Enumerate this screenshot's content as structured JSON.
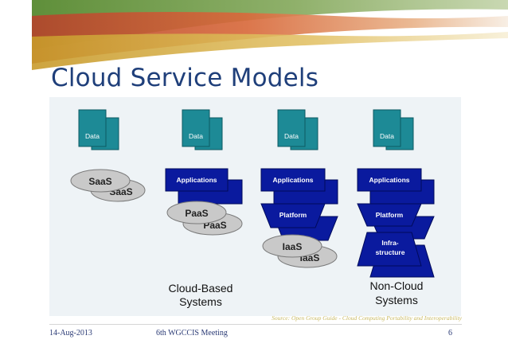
{
  "slide": {
    "title": "Cloud Service Models",
    "source_note": "Source: Open Group Guide - Cloud Computing Portability and Interoperability",
    "footer": {
      "date": "14-Aug-2013",
      "meeting": "6th WGCCIS Meeting",
      "page": "6"
    }
  },
  "diagram": {
    "data_label": "Data",
    "applications_label": "Applications",
    "platform_label": "Platform",
    "infrastructure_label_1": "Infra-",
    "infrastructure_label_2": "structure",
    "saas_label": "SaaS",
    "paas_label": "PaaS",
    "iaas_label": "IaaS",
    "cloud_based_line1": "Cloud-Based",
    "cloud_based_line2": "Systems",
    "non_cloud_line1": "Non-Cloud",
    "non_cloud_line2": "Systems"
  },
  "colors": {
    "title": "#1f3f7a",
    "data_box": "#1d8a96",
    "layer_blue": "#0a1a9e",
    "bubble_grey": "#c9c9c9",
    "footer_text": "#2a3a75"
  }
}
